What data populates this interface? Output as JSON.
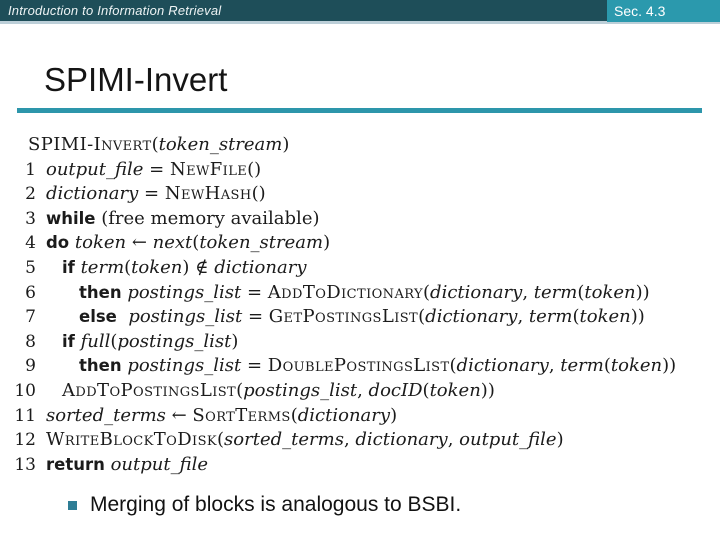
{
  "titlebar": {
    "breadcrumb": "Introduction to Information Retrieval",
    "section_badge": "Sec. 4.3"
  },
  "slide": {
    "title": "SPIMI-Invert",
    "bullet_text": "Merging of blocks is analogous to BSBI."
  },
  "colors": {
    "titlebar_bg": "#1e4e59",
    "titlebar_underline": "#bccfd8",
    "badge_bg": "#2b99ad",
    "title_text": "#151515",
    "rule": "#2d96ab",
    "code_text": "#1b1b1b",
    "bullet_square": "#2e7d95"
  },
  "pseudocode": {
    "lines": [
      {
        "num": "",
        "indent": 0,
        "segs": [
          [
            "fn",
            "SPIMI-Invert"
          ],
          [
            "plain",
            "("
          ],
          [
            "var",
            "token_stream"
          ],
          [
            "plain",
            ")"
          ]
        ]
      },
      {
        "num": "1",
        "indent": 1,
        "segs": [
          [
            "var",
            "output_file"
          ],
          [
            "plain",
            " = "
          ],
          [
            "fn",
            "NewFile"
          ],
          [
            "plain",
            "()"
          ]
        ]
      },
      {
        "num": "2",
        "indent": 1,
        "segs": [
          [
            "var",
            "dictionary"
          ],
          [
            "plain",
            " = "
          ],
          [
            "fn",
            "NewHash"
          ],
          [
            "plain",
            "()"
          ]
        ]
      },
      {
        "num": "3",
        "indent": 1,
        "segs": [
          [
            "kw",
            "while"
          ],
          [
            "plain",
            " (free memory available)"
          ]
        ]
      },
      {
        "num": "4",
        "indent": 1,
        "segs": [
          [
            "kw",
            "do"
          ],
          [
            "plain",
            " "
          ],
          [
            "var",
            "token"
          ],
          [
            "plain",
            " ← "
          ],
          [
            "var",
            "next"
          ],
          [
            "plain",
            "("
          ],
          [
            "var",
            "token_stream"
          ],
          [
            "plain",
            ")"
          ]
        ]
      },
      {
        "num": "5",
        "indent": 2,
        "segs": [
          [
            "kw",
            "if"
          ],
          [
            "plain",
            " "
          ],
          [
            "var",
            "term"
          ],
          [
            "plain",
            "("
          ],
          [
            "var",
            "token"
          ],
          [
            "plain",
            ") ∉ "
          ],
          [
            "var",
            "dictionary"
          ]
        ]
      },
      {
        "num": "6",
        "indent": 3,
        "segs": [
          [
            "kw",
            "then"
          ],
          [
            "plain",
            " "
          ],
          [
            "var",
            "postings_list"
          ],
          [
            "plain",
            " = "
          ],
          [
            "fn",
            "AddToDictionary"
          ],
          [
            "plain",
            "("
          ],
          [
            "var",
            "dictionary"
          ],
          [
            "plain",
            ", "
          ],
          [
            "var",
            "term"
          ],
          [
            "plain",
            "("
          ],
          [
            "var",
            "token"
          ],
          [
            "plain",
            "))"
          ]
        ]
      },
      {
        "num": "7",
        "indent": 3,
        "segs": [
          [
            "kw",
            "else"
          ],
          [
            "plain",
            "  "
          ],
          [
            "var",
            "postings_list"
          ],
          [
            "plain",
            " = "
          ],
          [
            "fn",
            "GetPostingsList"
          ],
          [
            "plain",
            "("
          ],
          [
            "var",
            "dictionary"
          ],
          [
            "plain",
            ", "
          ],
          [
            "var",
            "term"
          ],
          [
            "plain",
            "("
          ],
          [
            "var",
            "token"
          ],
          [
            "plain",
            "))"
          ]
        ]
      },
      {
        "num": "8",
        "indent": 2,
        "segs": [
          [
            "kw",
            "if"
          ],
          [
            "plain",
            " "
          ],
          [
            "var",
            "full"
          ],
          [
            "plain",
            "("
          ],
          [
            "var",
            "postings_list"
          ],
          [
            "plain",
            ")"
          ]
        ]
      },
      {
        "num": "9",
        "indent": 3,
        "segs": [
          [
            "kw",
            "then"
          ],
          [
            "plain",
            " "
          ],
          [
            "var",
            "postings_list"
          ],
          [
            "plain",
            " = "
          ],
          [
            "fn",
            "DoublePostingsList"
          ],
          [
            "plain",
            "("
          ],
          [
            "var",
            "dictionary"
          ],
          [
            "plain",
            ", "
          ],
          [
            "var",
            "term"
          ],
          [
            "plain",
            "("
          ],
          [
            "var",
            "token"
          ],
          [
            "plain",
            "))"
          ]
        ]
      },
      {
        "num": "10",
        "indent": 2,
        "segs": [
          [
            "fn",
            "AddToPostingsList"
          ],
          [
            "plain",
            "("
          ],
          [
            "var",
            "postings_list"
          ],
          [
            "plain",
            ", "
          ],
          [
            "var",
            "docID"
          ],
          [
            "plain",
            "("
          ],
          [
            "var",
            "token"
          ],
          [
            "plain",
            "))"
          ]
        ]
      },
      {
        "num": "11",
        "indent": 1,
        "segs": [
          [
            "var",
            "sorted_terms"
          ],
          [
            "plain",
            " ← "
          ],
          [
            "fn",
            "SortTerms"
          ],
          [
            "plain",
            "("
          ],
          [
            "var",
            "dictionary"
          ],
          [
            "plain",
            ")"
          ]
        ]
      },
      {
        "num": "12",
        "indent": 1,
        "segs": [
          [
            "fn",
            "WriteBlockToDisk"
          ],
          [
            "plain",
            "("
          ],
          [
            "var",
            "sorted_terms"
          ],
          [
            "plain",
            ", "
          ],
          [
            "var",
            "dictionary"
          ],
          [
            "plain",
            ", "
          ],
          [
            "var",
            "output_file"
          ],
          [
            "plain",
            ")"
          ]
        ]
      },
      {
        "num": "13",
        "indent": 1,
        "segs": [
          [
            "kw",
            "return"
          ],
          [
            "plain",
            " "
          ],
          [
            "var",
            "output_file"
          ]
        ]
      }
    ]
  }
}
